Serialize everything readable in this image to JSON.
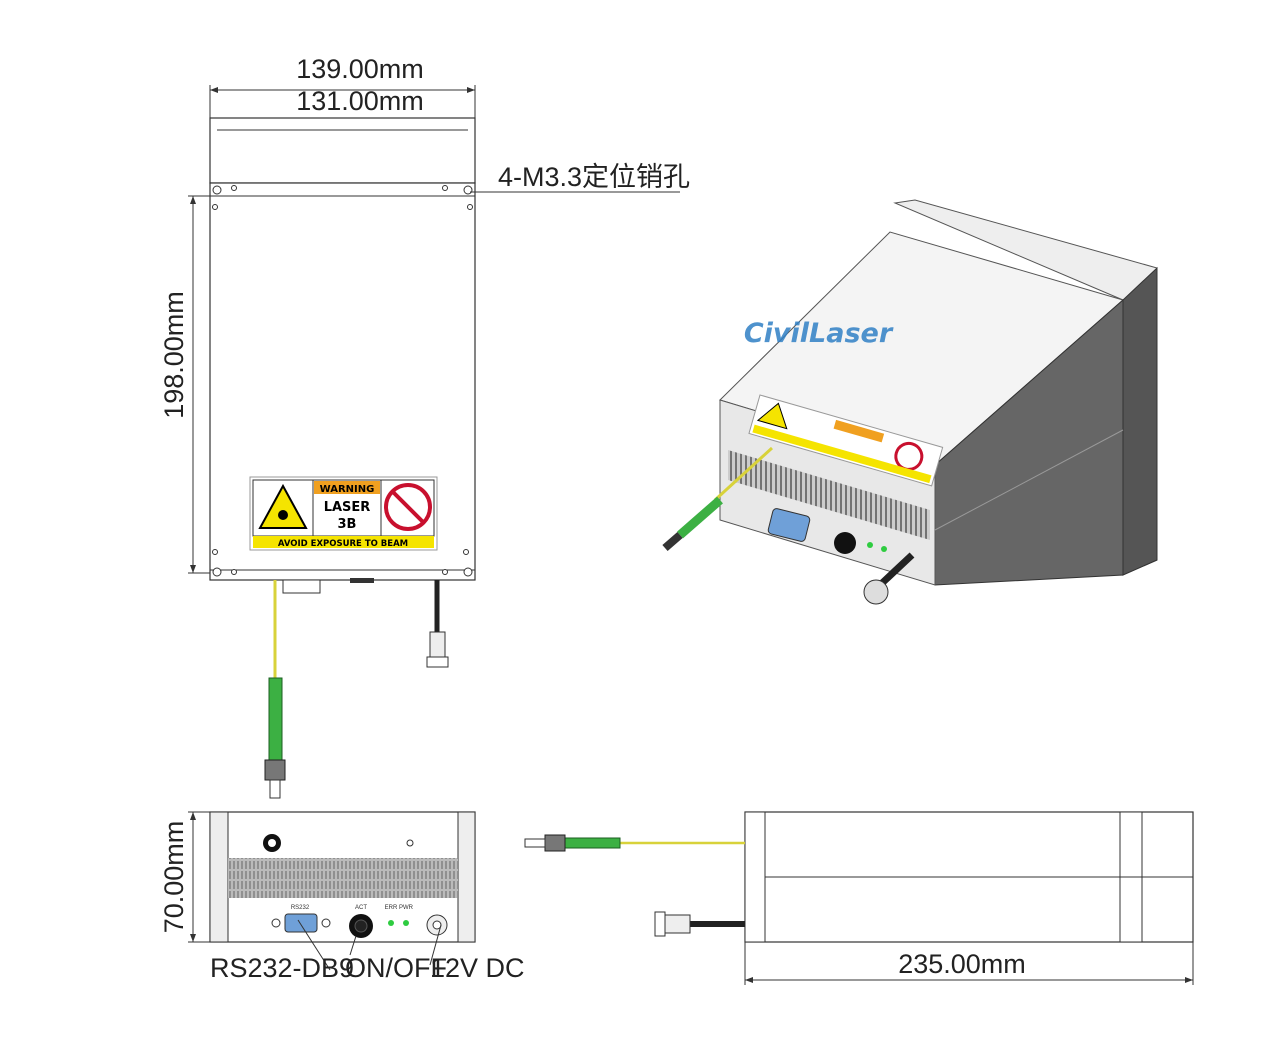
{
  "dimensions": {
    "outer_width": "139.00mm",
    "hole_spacing": "131.00mm",
    "mounting_holes": "4-M3.3定位销孔",
    "length": "198.00mm",
    "height": "70.00mm",
    "depth": "235.00mm"
  },
  "callouts": {
    "serial": "RS232-DB9",
    "switch": "ON/OFF",
    "power": "12V DC"
  },
  "warning_label": {
    "header": "WARNING",
    "class_line1": "LASER",
    "class_line2": "3B",
    "footer": "AVOID EXPOSURE TO BEAM"
  },
  "panel_labels": {
    "rs232": "RS232",
    "act": "ACT",
    "err": "ERR",
    "pwr": "PWR"
  },
  "brand": {
    "logo": "CivilLaser",
    "logo_color": "#2f7fc4"
  },
  "colors": {
    "fiber": "#d8d23a",
    "connector_green": "#3cb043",
    "led_green": "#2ecc40",
    "label_yellow": "#f5e400",
    "warning_orange": "#f0a020",
    "prohibit_red": "#c8102e"
  }
}
